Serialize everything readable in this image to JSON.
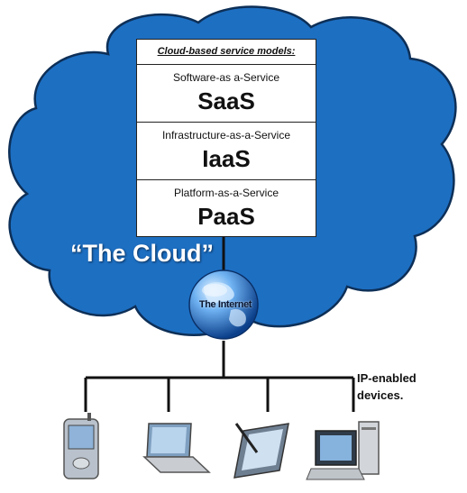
{
  "models": {
    "header": "Cloud-based service models:",
    "items": [
      {
        "full": "Software-as a-Service",
        "abbr": "SaaS"
      },
      {
        "full": "Infrastructure-as-a-Service",
        "abbr": "IaaS"
      },
      {
        "full": "Platform-as-a-Service",
        "abbr": "PaaS"
      }
    ]
  },
  "cloud": {
    "label": "“The Cloud”",
    "fill": "#1d6fc2",
    "outline": "#0d2f57"
  },
  "internet": {
    "label": "The Internet"
  },
  "devices": {
    "label_line1": "IP-enabled",
    "label_line2": "devices.",
    "items": [
      "pda-icon",
      "laptop-icon",
      "tablet-icon",
      "desktop-icon"
    ]
  }
}
